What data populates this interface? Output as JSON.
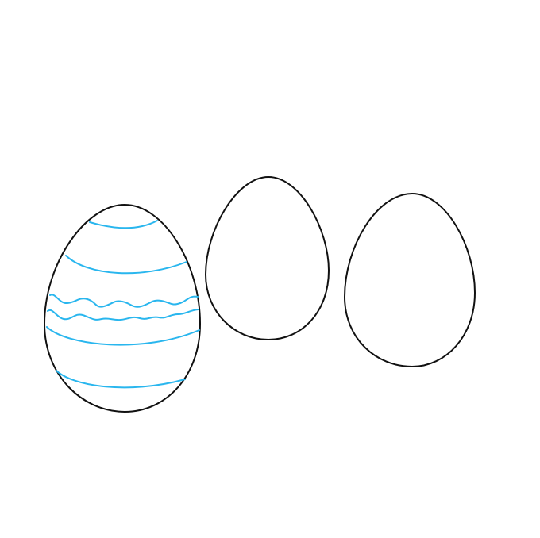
{
  "colors": {
    "background": "#ffffff",
    "outline": "#111111",
    "stripe": "#29b6ee"
  },
  "eggs": [
    {
      "name": "decorated-egg",
      "decorated": true,
      "stripes": [
        "curved",
        "curved",
        "wavy",
        "wavy",
        "curved",
        "curved"
      ]
    },
    {
      "name": "plain-egg",
      "decorated": false,
      "stripes": []
    },
    {
      "name": "plain-egg",
      "decorated": false,
      "stripes": []
    }
  ]
}
